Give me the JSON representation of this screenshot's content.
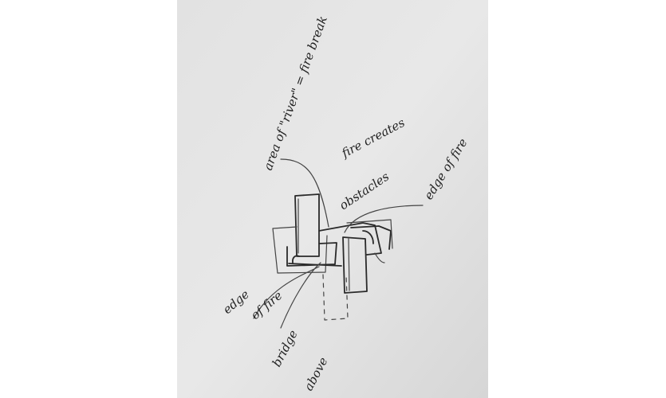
{
  "annotations": {
    "river_fire_break": "area of \"river\" = fire break",
    "fire_creates": "fire creates",
    "obstacles": "obstacles",
    "edge_of_fire_right": "edge of fire",
    "edge_of_fire_left_1": "edge",
    "edge_of_fire_left_2": "of fire",
    "bridge_1": "bridge",
    "bridge_2": "above"
  },
  "colors": {
    "paper": "#dedede",
    "ink": "#2a2a2a",
    "background": "#ffffff"
  }
}
